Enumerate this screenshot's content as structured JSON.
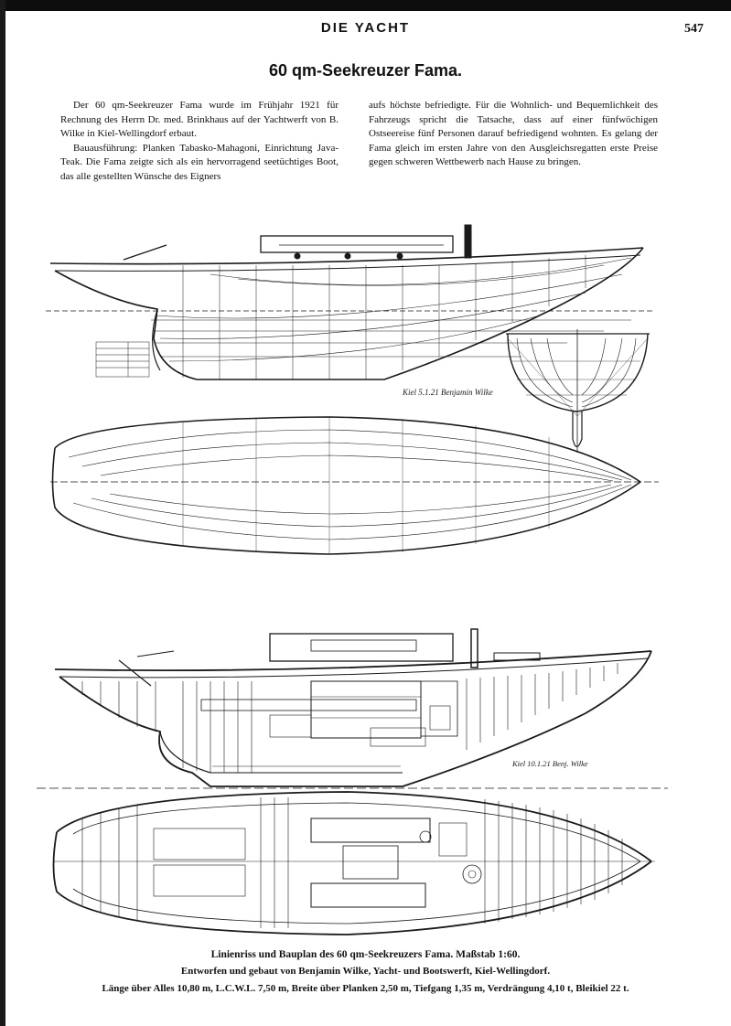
{
  "header": {
    "running_title": "DIE YACHT",
    "page_number": "547"
  },
  "article": {
    "title": "60 qm-Seekreuzer Fama.",
    "paragraphs_left": [
      "Der 60 qm-Seekreuzer Fama wurde im Frühjahr 1921 für Rechnung des Herrn Dr. med. Brinkhaus auf der Yachtwerft von B. Wilke in Kiel-Wellingdorf erbaut.",
      "Bauausführung: Planken Tabasko-Mahagoni, Einrichtung Java-Teak. Die Fama zeigte sich als ein hervorragend seetüchtiges Boot, das alle gestellten Wünsche des Eigners"
    ],
    "paragraph_right": "aufs höchste befriedigte. Für die Wohnlich- und Bequemlichkeit des Fahrzeugs spricht die Tatsache, dass auf einer fünfwöchigen Ostseereise fünf Personen darauf befriedigend wohnten. Es gelang der Fama gleich im ersten Jahre von den Ausgleichsregatten erste Preise gegen schweren Wettbewerb nach Hause zu bringen."
  },
  "drawings": {
    "signature_upper": "Kiel 5.1.21 Benjamin Wilke",
    "signature_lower": "Kiel 10.1.21 Benj. Wilke"
  },
  "caption": {
    "line1": "Linienriss und Bauplan des 60 qm-Seekreuzers Fama.",
    "scale": "Maßstab 1:60.",
    "line2": "Entworfen und gebaut von Benjamin Wilke, Yacht- und Bootswerft, Kiel-Wellingdorf.",
    "line3": "Länge über Alles 10,80 m, L.C.W.L. 7,50 m, Breite über Planken 2,50 m, Tiefgang 1,35 m, Verdrängung 4,10 t, Bleikiel 22 t."
  }
}
